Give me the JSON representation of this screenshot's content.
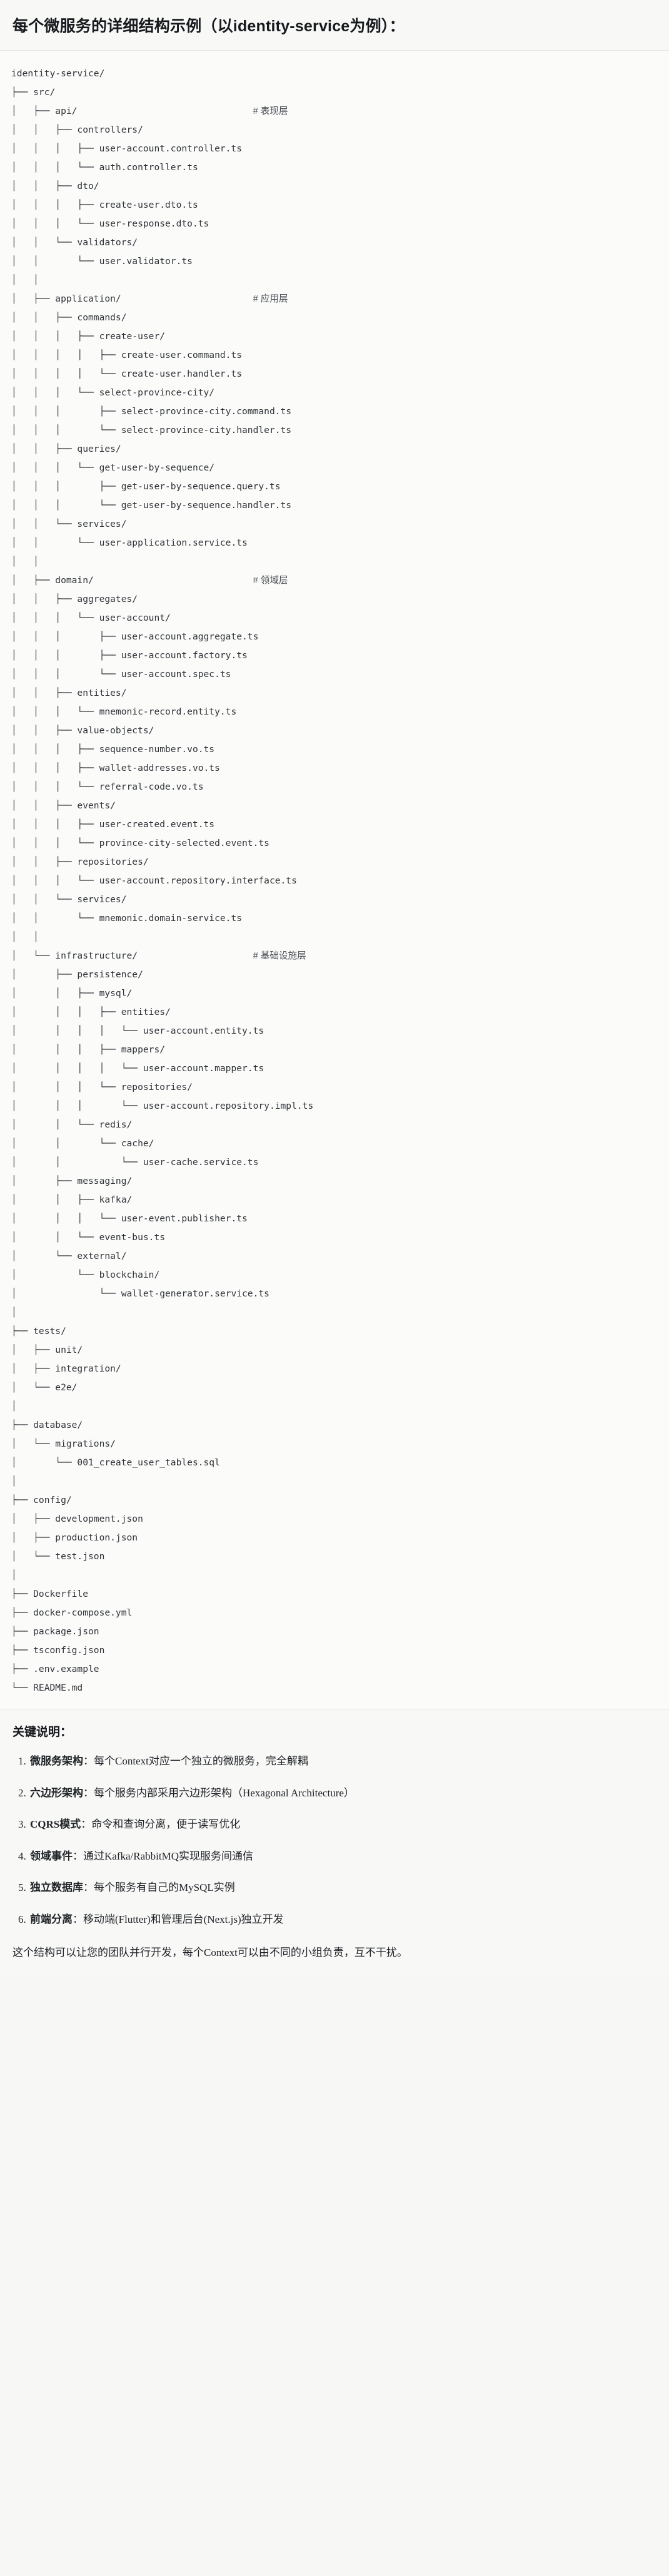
{
  "heading": {
    "text": "每个微服务的详细结构示例（以identity-service为例）："
  },
  "tree": {
    "lines": [
      {
        "text": "identity-service/",
        "comment": ""
      },
      {
        "text": "├── src/",
        "comment": ""
      },
      {
        "text": "│   ├── api/",
        "comment": "# 表现层"
      },
      {
        "text": "│   │   ├── controllers/",
        "comment": ""
      },
      {
        "text": "│   │   │   ├── user-account.controller.ts",
        "comment": ""
      },
      {
        "text": "│   │   │   └── auth.controller.ts",
        "comment": ""
      },
      {
        "text": "│   │   ├── dto/",
        "comment": ""
      },
      {
        "text": "│   │   │   ├── create-user.dto.ts",
        "comment": ""
      },
      {
        "text": "│   │   │   └── user-response.dto.ts",
        "comment": ""
      },
      {
        "text": "│   │   └── validators/",
        "comment": ""
      },
      {
        "text": "│   │       └── user.validator.ts",
        "comment": ""
      },
      {
        "text": "│   │",
        "comment": ""
      },
      {
        "text": "│   ├── application/",
        "comment": "# 应用层"
      },
      {
        "text": "│   │   ├── commands/",
        "comment": ""
      },
      {
        "text": "│   │   │   ├── create-user/",
        "comment": ""
      },
      {
        "text": "│   │   │   │   ├── create-user.command.ts",
        "comment": ""
      },
      {
        "text": "│   │   │   │   └── create-user.handler.ts",
        "comment": ""
      },
      {
        "text": "│   │   │   └── select-province-city/",
        "comment": ""
      },
      {
        "text": "│   │   │       ├── select-province-city.command.ts",
        "comment": ""
      },
      {
        "text": "│   │   │       └── select-province-city.handler.ts",
        "comment": ""
      },
      {
        "text": "│   │   ├── queries/",
        "comment": ""
      },
      {
        "text": "│   │   │   └── get-user-by-sequence/",
        "comment": ""
      },
      {
        "text": "│   │   │       ├── get-user-by-sequence.query.ts",
        "comment": ""
      },
      {
        "text": "│   │   │       └── get-user-by-sequence.handler.ts",
        "comment": ""
      },
      {
        "text": "│   │   └── services/",
        "comment": ""
      },
      {
        "text": "│   │       └── user-application.service.ts",
        "comment": ""
      },
      {
        "text": "│   │",
        "comment": ""
      },
      {
        "text": "│   ├── domain/",
        "comment": "# 领域层"
      },
      {
        "text": "│   │   ├── aggregates/",
        "comment": ""
      },
      {
        "text": "│   │   │   └── user-account/",
        "comment": ""
      },
      {
        "text": "│   │   │       ├── user-account.aggregate.ts",
        "comment": ""
      },
      {
        "text": "│   │   │       ├── user-account.factory.ts",
        "comment": ""
      },
      {
        "text": "│   │   │       └── user-account.spec.ts",
        "comment": ""
      },
      {
        "text": "│   │   ├── entities/",
        "comment": ""
      },
      {
        "text": "│   │   │   └── mnemonic-record.entity.ts",
        "comment": ""
      },
      {
        "text": "│   │   ├── value-objects/",
        "comment": ""
      },
      {
        "text": "│   │   │   ├── sequence-number.vo.ts",
        "comment": ""
      },
      {
        "text": "│   │   │   ├── wallet-addresses.vo.ts",
        "comment": ""
      },
      {
        "text": "│   │   │   └── referral-code.vo.ts",
        "comment": ""
      },
      {
        "text": "│   │   ├── events/",
        "comment": ""
      },
      {
        "text": "│   │   │   ├── user-created.event.ts",
        "comment": ""
      },
      {
        "text": "│   │   │   └── province-city-selected.event.ts",
        "comment": ""
      },
      {
        "text": "│   │   ├── repositories/",
        "comment": ""
      },
      {
        "text": "│   │   │   └── user-account.repository.interface.ts",
        "comment": ""
      },
      {
        "text": "│   │   └── services/",
        "comment": ""
      },
      {
        "text": "│   │       └── mnemonic.domain-service.ts",
        "comment": ""
      },
      {
        "text": "│   │",
        "comment": ""
      },
      {
        "text": "│   └── infrastructure/",
        "comment": "# 基础设施层"
      },
      {
        "text": "│       ├── persistence/",
        "comment": ""
      },
      {
        "text": "│       │   ├── mysql/",
        "comment": ""
      },
      {
        "text": "│       │   │   ├── entities/",
        "comment": ""
      },
      {
        "text": "│       │   │   │   └── user-account.entity.ts",
        "comment": ""
      },
      {
        "text": "│       │   │   ├── mappers/",
        "comment": ""
      },
      {
        "text": "│       │   │   │   └── user-account.mapper.ts",
        "comment": ""
      },
      {
        "text": "│       │   │   └── repositories/",
        "comment": ""
      },
      {
        "text": "│       │   │       └── user-account.repository.impl.ts",
        "comment": ""
      },
      {
        "text": "│       │   └── redis/",
        "comment": ""
      },
      {
        "text": "│       │       └── cache/",
        "comment": ""
      },
      {
        "text": "│       │           └── user-cache.service.ts",
        "comment": ""
      },
      {
        "text": "│       ├── messaging/",
        "comment": ""
      },
      {
        "text": "│       │   ├── kafka/",
        "comment": ""
      },
      {
        "text": "│       │   │   └── user-event.publisher.ts",
        "comment": ""
      },
      {
        "text": "│       │   └── event-bus.ts",
        "comment": ""
      },
      {
        "text": "│       └── external/",
        "comment": ""
      },
      {
        "text": "│           └── blockchain/",
        "comment": ""
      },
      {
        "text": "│               └── wallet-generator.service.ts",
        "comment": ""
      },
      {
        "text": "│",
        "comment": ""
      },
      {
        "text": "├── tests/",
        "comment": ""
      },
      {
        "text": "│   ├── unit/",
        "comment": ""
      },
      {
        "text": "│   ├── integration/",
        "comment": ""
      },
      {
        "text": "│   └── e2e/",
        "comment": ""
      },
      {
        "text": "│",
        "comment": ""
      },
      {
        "text": "├── database/",
        "comment": ""
      },
      {
        "text": "│   └── migrations/",
        "comment": ""
      },
      {
        "text": "│       └── 001_create_user_tables.sql",
        "comment": ""
      },
      {
        "text": "│",
        "comment": ""
      },
      {
        "text": "├── config/",
        "comment": ""
      },
      {
        "text": "│   ├── development.json",
        "comment": ""
      },
      {
        "text": "│   ├── production.json",
        "comment": ""
      },
      {
        "text": "│   └── test.json",
        "comment": ""
      },
      {
        "text": "│",
        "comment": ""
      },
      {
        "text": "├── Dockerfile",
        "comment": ""
      },
      {
        "text": "├── docker-compose.yml",
        "comment": ""
      },
      {
        "text": "├── package.json",
        "comment": ""
      },
      {
        "text": "├── tsconfig.json",
        "comment": ""
      },
      {
        "text": "├── .env.example",
        "comment": ""
      },
      {
        "text": "└── README.md",
        "comment": ""
      }
    ]
  },
  "notes": {
    "heading": "关键说明：",
    "items": [
      {
        "term": "微服务架构",
        "desc": "：每个Context对应一个独立的微服务，完全解耦"
      },
      {
        "term": "六边形架构",
        "desc": "：每个服务内部采用六边形架构（Hexagonal Architecture）"
      },
      {
        "term": "CQRS模式",
        "desc": "：命令和查询分离，便于读写优化"
      },
      {
        "term": "领域事件",
        "desc": "：通过Kafka/RabbitMQ实现服务间通信"
      },
      {
        "term": "独立数据库",
        "desc": "：每个服务有自己的MySQL实例"
      },
      {
        "term": "前端分离",
        "desc": "：移动端(Flutter)和管理后台(Next.js)独立开发"
      }
    ],
    "closing": "这个结构可以让您的团队并行开发，每个Context可以由不同的小组负责，互不干扰。"
  }
}
